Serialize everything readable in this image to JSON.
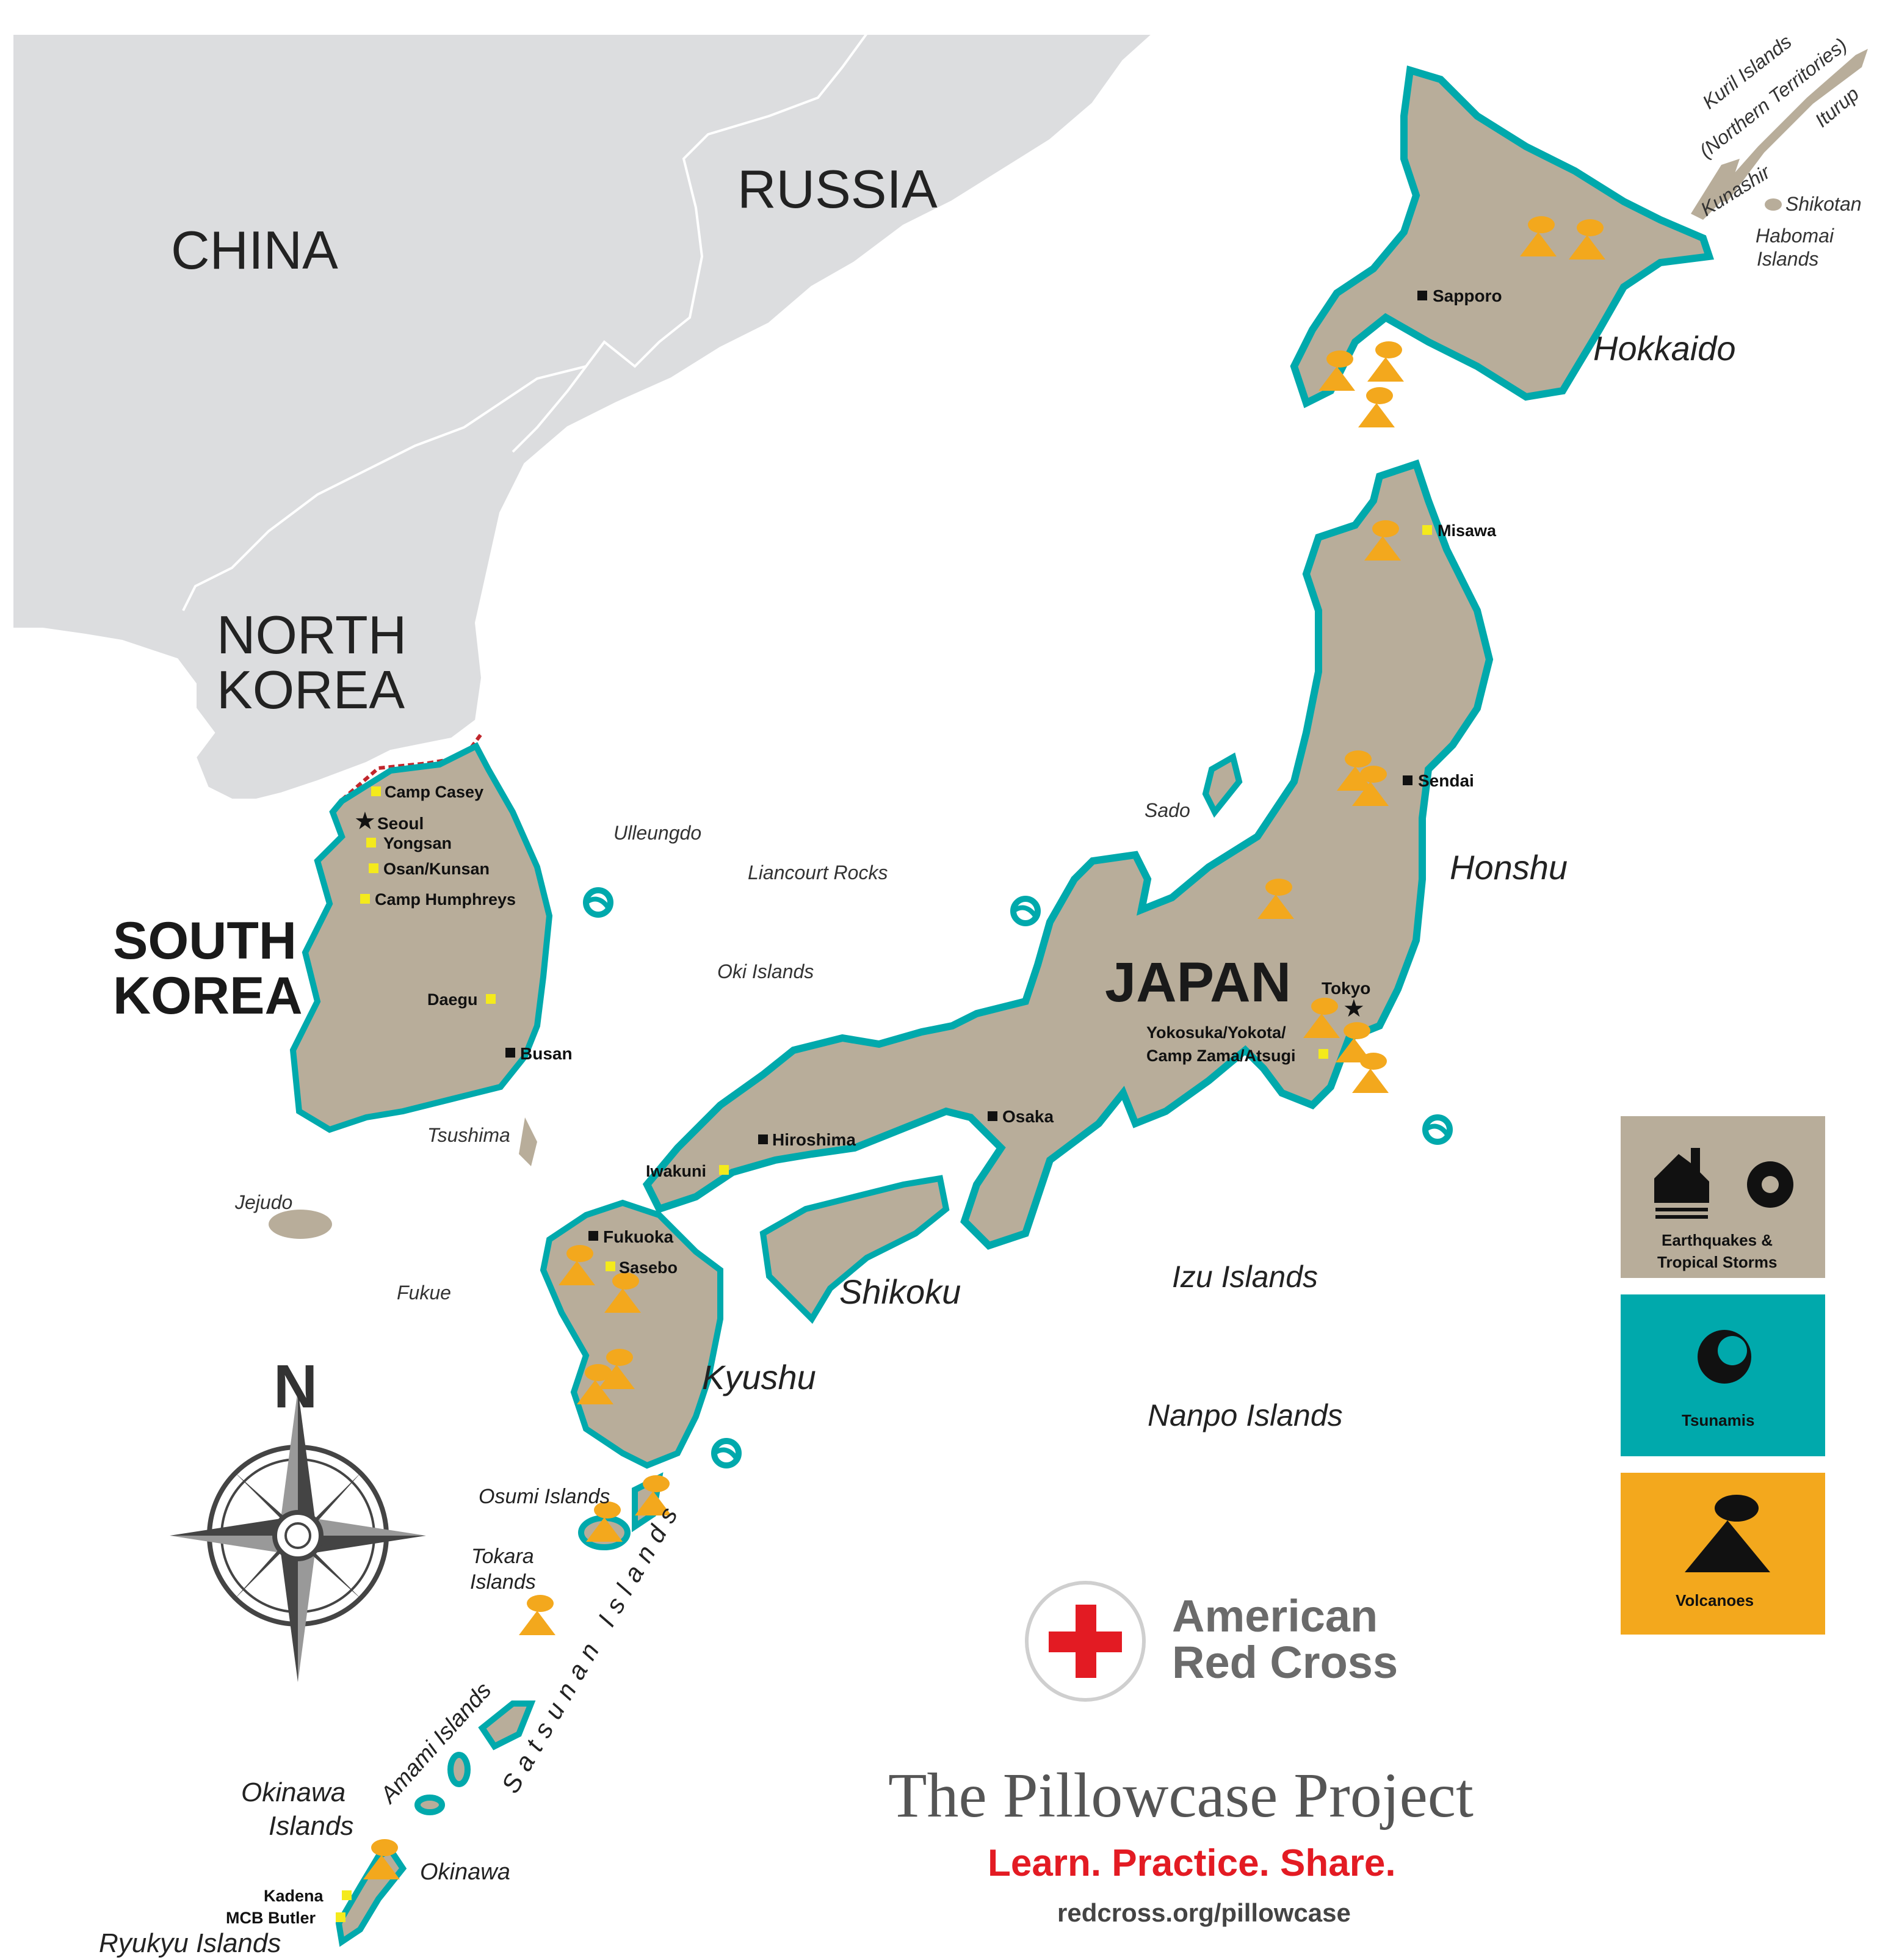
{
  "countries": {
    "china": "CHINA",
    "russia": "RUSSIA",
    "north_korea": [
      "NORTH",
      "KOREA"
    ],
    "south_korea": [
      "SOUTH",
      "KOREA"
    ],
    "japan": "JAPAN"
  },
  "regions": {
    "hokkaido": "Hokkaido",
    "honshu": "Honshu",
    "shikoku": "Shikoku",
    "kyushu": "Kyushu",
    "izu": "Izu Islands",
    "nanpo": "Nanpo Islands",
    "satsunan": "Satsunan Islands",
    "okinawa_islands": [
      "Okinawa",
      "Islands"
    ],
    "ryukyu": "Ryukyu Islands",
    "amami": "Amami Islands",
    "osumi": "Osumi Islands",
    "tokara": [
      "Tokara",
      "Islands"
    ],
    "okinawa": "Okinawa"
  },
  "small_labels": {
    "kuril": [
      "Kuril Islands",
      "(Northern Territories)"
    ],
    "iturup": "Iturup",
    "kunashir": "Kunashir",
    "shikotan": "Shikotan",
    "habomai": [
      "Habomai",
      "Islands"
    ],
    "sado": "Sado",
    "ulleungdo": "Ulleungdo",
    "liancourt": "Liancourt Rocks",
    "oki": "Oki Islands",
    "tsushima": "Tsushima",
    "jejudo": "Jejudo",
    "fukue": "Fukue"
  },
  "cities": {
    "sapporo": "Sapporo",
    "sendai": "Sendai",
    "tokyo": "Tokyo",
    "osaka": "Osaka",
    "hiroshima": "Hiroshima",
    "fukuoka": "Fukuoka",
    "busan": "Busan",
    "seoul": "Seoul"
  },
  "bases": {
    "misawa": "Misawa",
    "yokosuka": [
      "Yokosuka/Yokota/",
      "Camp Zama/Atsugi"
    ],
    "iwakuni": "Iwakuni",
    "sasebo": "Sasebo",
    "camp_casey": "Camp Casey",
    "yongsan": "Yongsan",
    "osan": "Osan/Kunsan",
    "humphreys": "Camp Humphreys",
    "daegu": "Daegu",
    "kadena": "Kadena",
    "mcb_butler": "MCB Butler"
  },
  "legend": {
    "eq": [
      "Earthquakes &",
      "Tropical Storms"
    ],
    "tsunami": "Tsunamis",
    "volcano": "Volcanoes",
    "colors": {
      "eq": "#b8ad9a",
      "tsunami": "#00a9ac",
      "volcano": "#f3a81d"
    }
  },
  "compass": {
    "north": "N"
  },
  "branding": {
    "org_line1": "American",
    "org_line2": "Red Cross",
    "project": "The Pillowcase Project",
    "tagline": "Learn. Practice. Share.",
    "url": "redcross.org/pillowcase"
  },
  "colors": {
    "land": "#b8ad9a",
    "mainland": "#dcdddf",
    "coast": "#00a9ac",
    "volcano": "#f3a81d",
    "base_marker": "#f4ea1c"
  }
}
